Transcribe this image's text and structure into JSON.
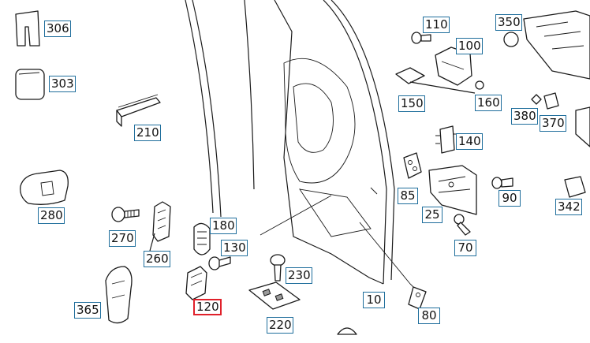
{
  "diagram": {
    "selected_callout": "120",
    "callouts": [
      "306",
      "303",
      "210",
      "280",
      "270",
      "260",
      "180",
      "130",
      "120",
      "365",
      "230",
      "220",
      "110",
      "100",
      "150",
      "160",
      "350",
      "380",
      "370",
      "140",
      "85",
      "25",
      "90",
      "342",
      "70",
      "10",
      "80"
    ]
  },
  "colors": {
    "callout_border": "#1f6e9c",
    "selected_border": "#e0202a",
    "line": "#1a1a1a"
  }
}
